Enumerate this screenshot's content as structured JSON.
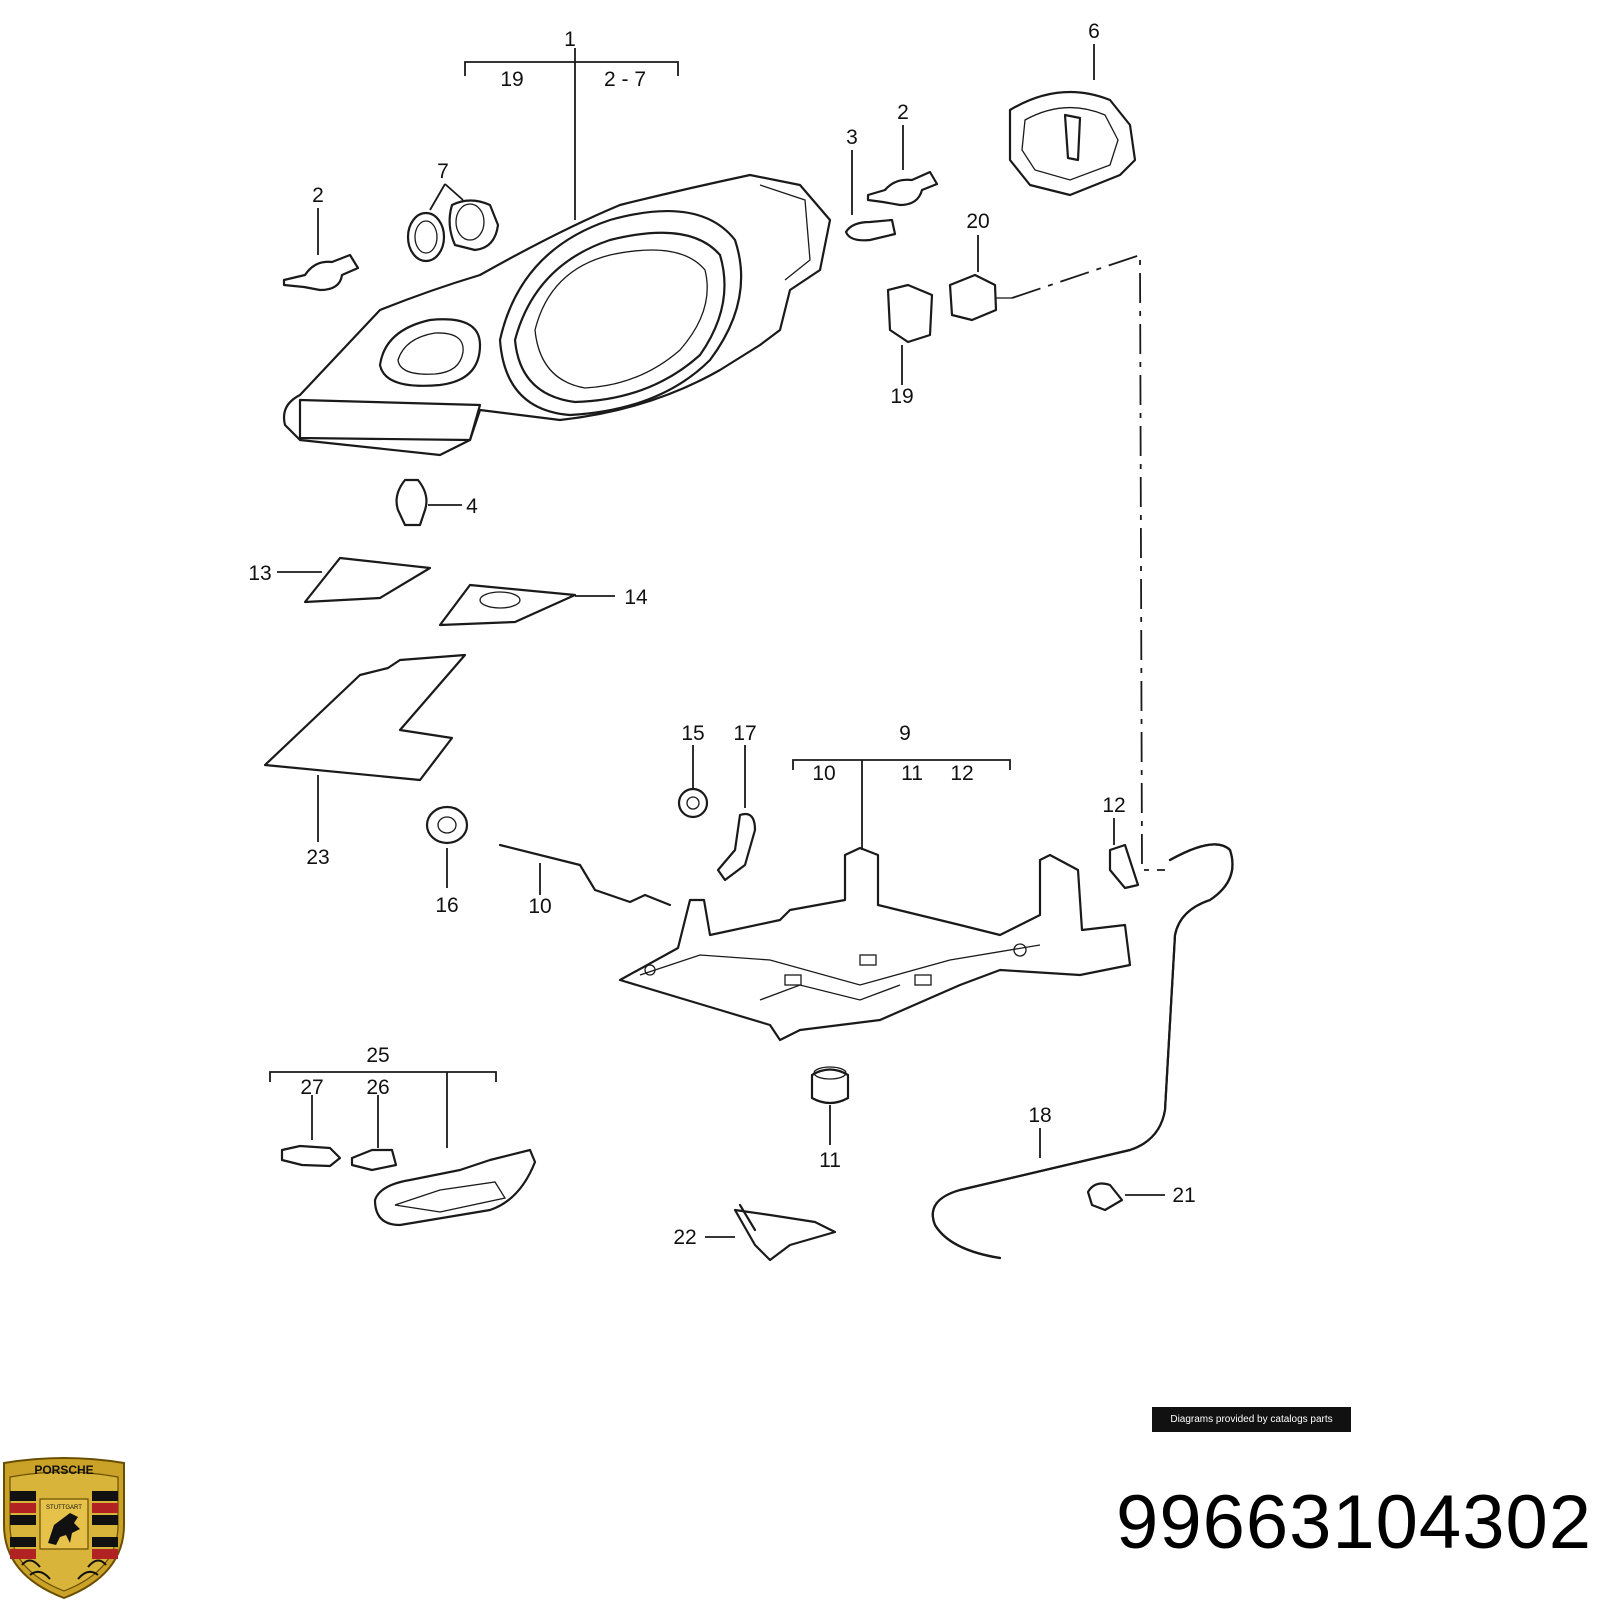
{
  "diagram": {
    "callouts": [
      "1",
      "19",
      "2 - 7",
      "2",
      "7",
      "2",
      "3",
      "6",
      "20",
      "19",
      "4",
      "13",
      "14",
      "23",
      "15",
      "17",
      "9",
      "10",
      "11",
      "12",
      "12",
      "16",
      "10",
      "25",
      "27",
      "26",
      "11",
      "18",
      "21",
      "22"
    ]
  },
  "credit": "Diagrams provided by catalogs parts",
  "part_number": "99663104302",
  "brand": {
    "logo_text_top": "PORSCHE",
    "logo_text_mid": "STUTTGART"
  }
}
